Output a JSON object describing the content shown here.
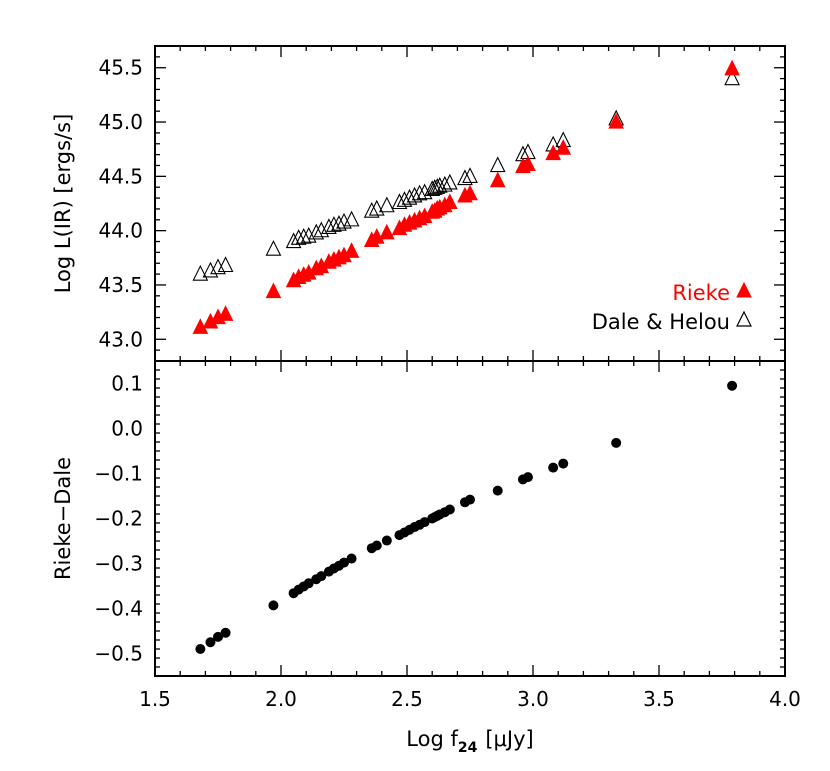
{
  "chart_data": [
    {
      "type": "scatter",
      "panel": "top",
      "title": "",
      "xlabel": "",
      "ylabel": "Log L(IR) [ergs/s]",
      "xlim": [
        1.5,
        4.0
      ],
      "ylim": [
        42.8,
        45.7
      ],
      "yticks": [
        43.0,
        43.5,
        44.0,
        44.5,
        45.0,
        45.5
      ],
      "ytick_labels": [
        "43.0",
        "43.5",
        "44.0",
        "44.5",
        "45.0",
        "45.5"
      ],
      "grid": false,
      "legend_position": "bottom-right",
      "series": [
        {
          "name": "Rieke",
          "marker": "filled-triangle",
          "color": "#ff0000",
          "x": [
            1.68,
            1.72,
            1.75,
            1.78,
            1.97,
            2.05,
            2.07,
            2.09,
            2.11,
            2.14,
            2.16,
            2.19,
            2.21,
            2.23,
            2.25,
            2.28,
            2.36,
            2.38,
            2.42,
            2.47,
            2.49,
            2.51,
            2.53,
            2.55,
            2.57,
            2.6,
            2.61,
            2.62,
            2.63,
            2.65,
            2.67,
            2.73,
            2.75,
            2.86,
            2.96,
            2.98,
            3.08,
            3.12,
            3.33,
            3.79
          ],
          "y": [
            43.1,
            43.15,
            43.19,
            43.22,
            43.43,
            43.53,
            43.56,
            43.58,
            43.6,
            43.64,
            43.66,
            43.7,
            43.72,
            43.74,
            43.76,
            43.8,
            43.9,
            43.93,
            43.97,
            44.01,
            44.04,
            44.06,
            44.08,
            44.1,
            44.12,
            44.16,
            44.17,
            44.19,
            44.2,
            44.22,
            44.25,
            44.31,
            44.33,
            44.45,
            44.58,
            44.6,
            44.7,
            44.75,
            44.99,
            45.48
          ]
        },
        {
          "name": "Dale & Helou",
          "marker": "open-triangle",
          "color": "#000000",
          "x": [
            1.68,
            1.72,
            1.75,
            1.78,
            1.97,
            2.05,
            2.07,
            2.09,
            2.11,
            2.14,
            2.16,
            2.19,
            2.21,
            2.23,
            2.25,
            2.28,
            2.36,
            2.38,
            2.42,
            2.47,
            2.49,
            2.51,
            2.53,
            2.55,
            2.57,
            2.6,
            2.61,
            2.62,
            2.63,
            2.65,
            2.67,
            2.73,
            2.75,
            2.86,
            2.96,
            2.98,
            3.08,
            3.12,
            3.33,
            3.79
          ],
          "y": [
            43.59,
            43.62,
            43.65,
            43.67,
            43.82,
            43.89,
            43.92,
            43.93,
            43.94,
            43.97,
            43.99,
            44.02,
            44.04,
            44.05,
            44.07,
            44.09,
            44.17,
            44.19,
            44.22,
            44.25,
            44.27,
            44.29,
            44.31,
            44.33,
            44.34,
            44.37,
            44.38,
            44.39,
            44.4,
            44.41,
            44.43,
            44.47,
            44.49,
            44.59,
            44.69,
            44.71,
            44.78,
            44.82,
            45.02,
            45.39
          ]
        }
      ]
    },
    {
      "type": "scatter",
      "panel": "bottom",
      "title": "",
      "xlabel": "Log f24 [μJy]",
      "ylabel": "Rieke−Dale",
      "xlim": [
        1.5,
        4.0
      ],
      "ylim": [
        -0.55,
        0.15
      ],
      "xticks": [
        1.5,
        2.0,
        2.5,
        3.0,
        3.5,
        4.0
      ],
      "xtick_labels": [
        "1.5",
        "2.0",
        "2.5",
        "3.0",
        "3.5",
        "4.0"
      ],
      "yticks": [
        -0.5,
        -0.4,
        -0.3,
        -0.2,
        -0.1,
        0.0,
        0.1
      ],
      "ytick_labels": [
        "−0.5",
        "−0.4",
        "−0.3",
        "−0.2",
        "−0.1",
        "0.0",
        "0.1"
      ],
      "grid": false,
      "series": [
        {
          "marker": "filled-circle",
          "color": "#000000",
          "x": [
            1.68,
            1.72,
            1.75,
            1.78,
            1.97,
            2.05,
            2.07,
            2.09,
            2.11,
            2.14,
            2.16,
            2.19,
            2.21,
            2.23,
            2.25,
            2.28,
            2.36,
            2.38,
            2.42,
            2.47,
            2.49,
            2.51,
            2.53,
            2.55,
            2.57,
            2.6,
            2.61,
            2.62,
            2.63,
            2.65,
            2.67,
            2.73,
            2.75,
            2.86,
            2.96,
            2.98,
            3.08,
            3.12,
            3.33,
            3.79
          ],
          "y": [
            -0.49,
            -0.475,
            -0.463,
            -0.454,
            -0.393,
            -0.366,
            -0.358,
            -0.351,
            -0.344,
            -0.335,
            -0.328,
            -0.318,
            -0.311,
            -0.305,
            -0.298,
            -0.289,
            -0.266,
            -0.26,
            -0.249,
            -0.237,
            -0.231,
            -0.225,
            -0.219,
            -0.214,
            -0.208,
            -0.2,
            -0.197,
            -0.194,
            -0.191,
            -0.186,
            -0.18,
            -0.164,
            -0.158,
            -0.138,
            -0.113,
            -0.108,
            -0.087,
            -0.078,
            -0.032,
            0.095
          ]
        }
      ]
    }
  ],
  "legend": {
    "rieke_label": "Rieke",
    "dale_label": "Dale & Helou"
  },
  "axis_labels": {
    "top_ylabel": "Log L(IR) [ergs/s]",
    "bottom_ylabel": "Rieke−Dale",
    "xlabel_main": "Log f",
    "xlabel_sub": "24",
    "xlabel_unit": "[μJy]"
  },
  "colors": {
    "rieke": "#ff0000",
    "dale": "#000000",
    "residual": "#000000"
  }
}
